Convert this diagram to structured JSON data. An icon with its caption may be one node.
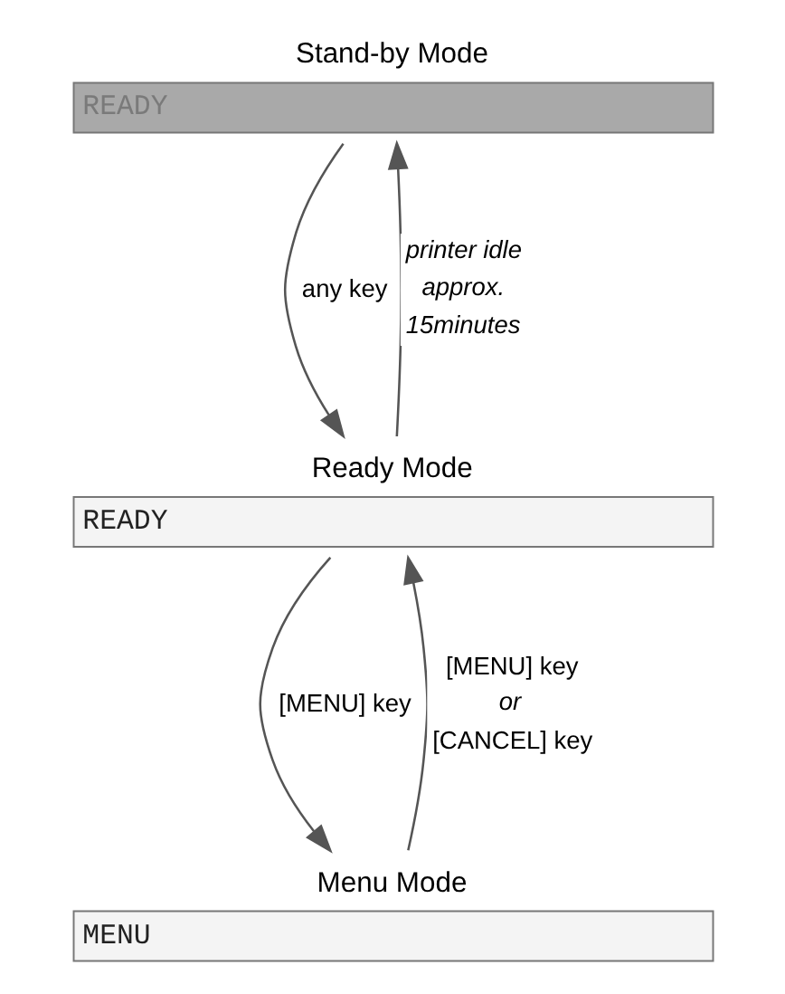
{
  "diagram": {
    "nodes": [
      {
        "text": [
          "Stand-by Mode",
          "READY"
        ]
      },
      {
        "text": [
          "Ready Mode",
          "READY"
        ]
      },
      {
        "text": [
          "Menu Mode",
          "MENU"
        ]
      }
    ],
    "edges": [
      {
        "from": 0,
        "to": 1,
        "arrow": "to",
        "label": "any key"
      },
      {
        "from": 1,
        "to": 0,
        "arrow": "to",
        "label": "*printer idle approx. 15minutes*"
      },
      {
        "from": 1,
        "to": 2,
        "arrow": "to",
        "label": "[MENU] key"
      },
      {
        "from": 2,
        "to": 1,
        "arrow": "to",
        "label": "[MENU] key *or* [CANCEL] key"
      }
    ]
  }
}
